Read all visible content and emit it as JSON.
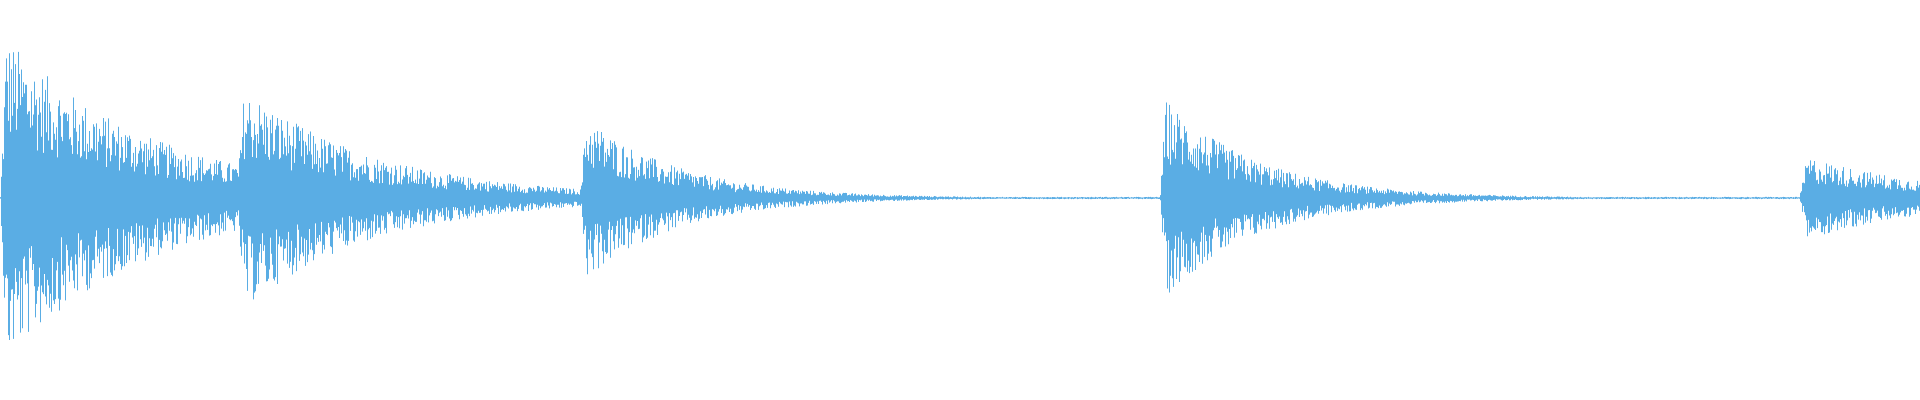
{
  "waveform": {
    "color": "#5aade4",
    "background": "#ffffff",
    "duration_fraction_visible": 1.0,
    "events": [
      {
        "start": 0.0,
        "peak": 0.85,
        "decay": 0.22,
        "attack": 0.003
      },
      {
        "start": 0.123,
        "peak": 0.58,
        "decay": 0.2,
        "attack": 0.004
      },
      {
        "start": 0.302,
        "peak": 0.43,
        "decay": 0.14,
        "attack": 0.003
      },
      {
        "start": 0.604,
        "peak": 0.52,
        "decay": 0.14,
        "attack": 0.003
      },
      {
        "start": 0.937,
        "peak": 0.22,
        "decay": 0.2,
        "attack": 0.004
      }
    ],
    "noise_floor": 0.006
  }
}
